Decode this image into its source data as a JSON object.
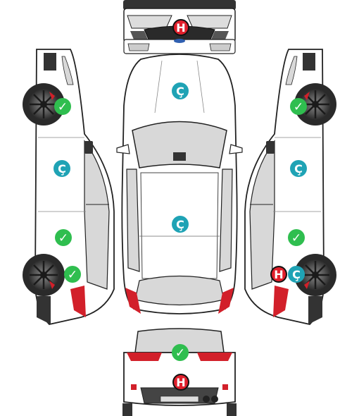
{
  "legend_codes": {
    "original": "✓",
    "painted": "Ç",
    "damaged": "H"
  },
  "colors": {
    "original": "#2fbe4f",
    "painted": "#1fa3b5",
    "damaged": "#e0202c",
    "taillight": "#d2202a",
    "body_outline": "#222222",
    "glass": "#d8d8d8",
    "tire": "#333333"
  },
  "parts": [
    {
      "part": "front-bumper",
      "status": "damaged"
    },
    {
      "part": "hood",
      "status": "painted"
    },
    {
      "part": "roof",
      "status": "painted"
    },
    {
      "part": "tailgate",
      "status": "original"
    },
    {
      "part": "rear-bumper",
      "status": "damaged"
    },
    {
      "part": "left-front-fender",
      "status": "original"
    },
    {
      "part": "left-front-door",
      "status": "painted"
    },
    {
      "part": "left-rear-door",
      "status": "original"
    },
    {
      "part": "left-rear-fender",
      "status": "original"
    },
    {
      "part": "right-front-fender",
      "status": "original"
    },
    {
      "part": "right-front-door",
      "status": "painted"
    },
    {
      "part": "right-rear-door",
      "status": "original"
    },
    {
      "part": "right-rear-fender-damage",
      "status": "damaged"
    },
    {
      "part": "right-rear-fender-paint",
      "status": "painted"
    }
  ]
}
